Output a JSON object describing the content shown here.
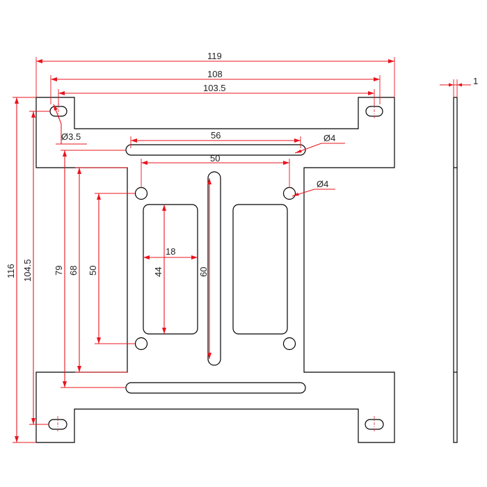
{
  "dimensions": {
    "overall_width": "119",
    "slot_center_width": "108",
    "slot_inner_width": "103.5",
    "mount_slot_diameter": "Ø3.5",
    "top_slot_length": "56",
    "slot_diameter": "Ø4",
    "hole_spacing": "50",
    "hole_diameter": "Ø4",
    "window_width": "18",
    "window_height": "44",
    "vertical_slot_length": "60",
    "hole_vertical_spacing": "50",
    "inner_height_68": "68",
    "inner_height_79": "79",
    "slot_center_height": "104.5",
    "overall_height": "116",
    "thickness": "1"
  }
}
